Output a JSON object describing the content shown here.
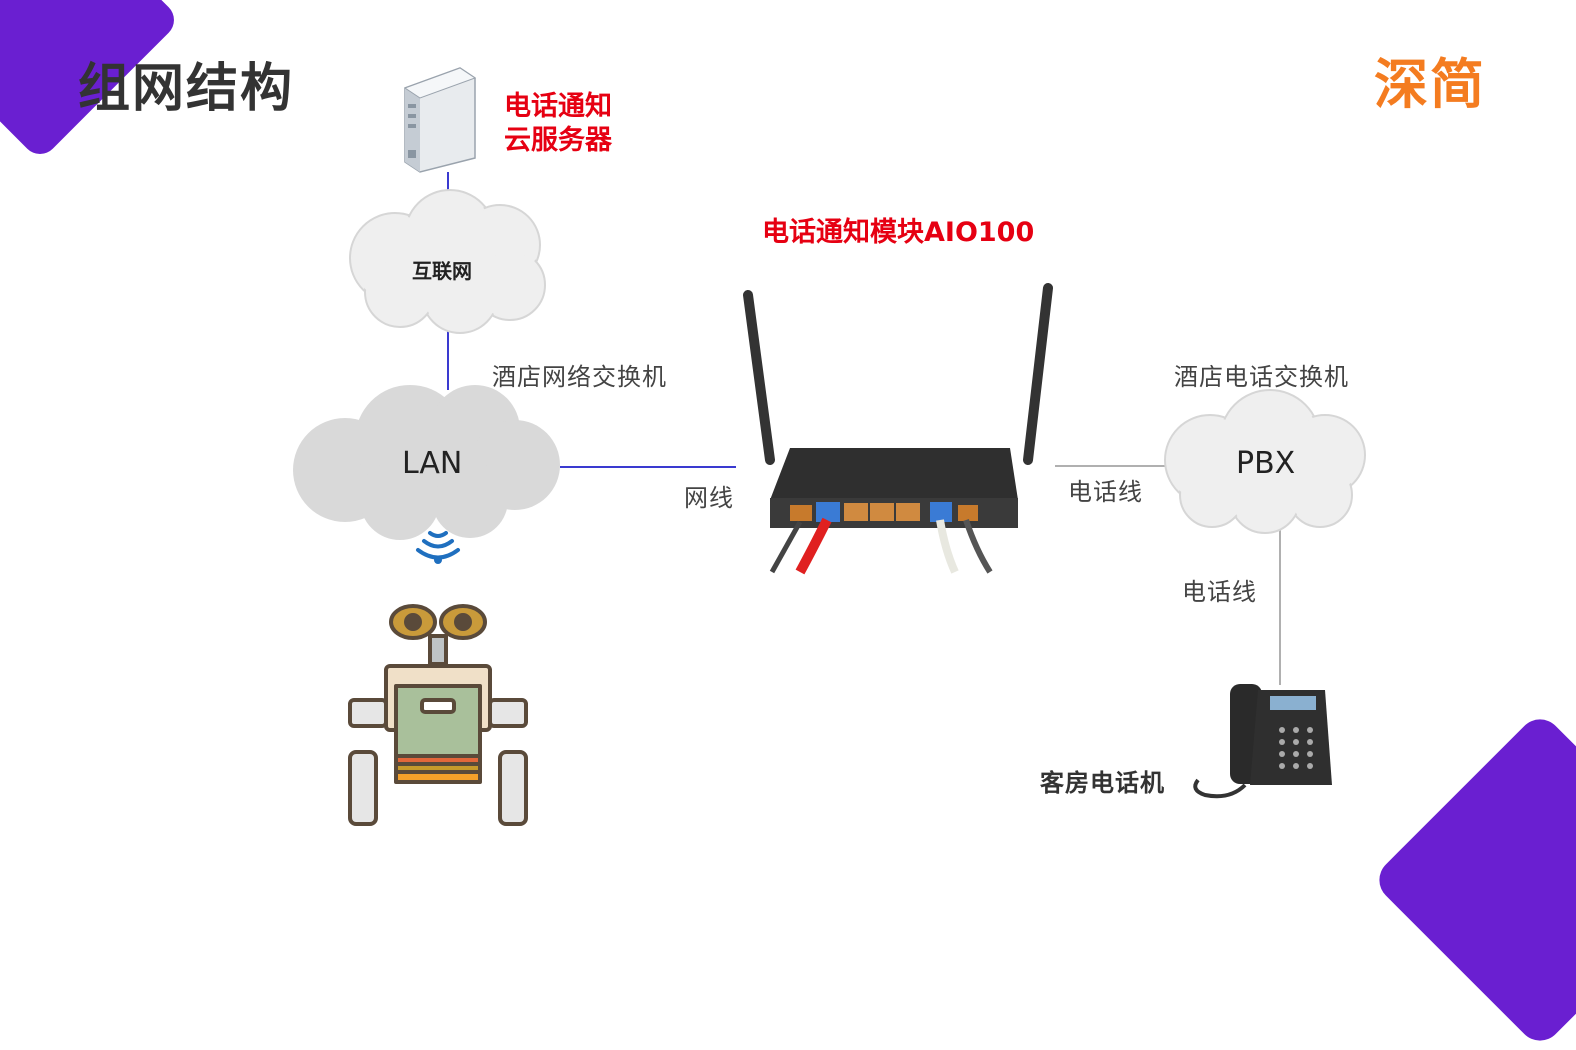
{
  "slide": {
    "title": "组网结构",
    "brand": "深简"
  },
  "nodes": {
    "server_label_line1": "电话通知",
    "server_label_line2": "云服务器",
    "internet": "互联网",
    "module_label": "电话通知模块AIO100",
    "hotel_switch": "酒店网络交换机",
    "lan": "LAN",
    "hotel_pbx": "酒店电话交换机",
    "pbx": "PBX",
    "room_phone": "客房电话机"
  },
  "edges": {
    "network_cable": "网线",
    "phone_line_1": "电话线",
    "phone_line_2": "电话线"
  },
  "colors": {
    "accent_purple": "#6a1fd1",
    "brand_orange": "#f47c20",
    "red_label": "#e60012",
    "link_blue": "#3a3ad0",
    "link_gray": "#b0b0b0"
  }
}
